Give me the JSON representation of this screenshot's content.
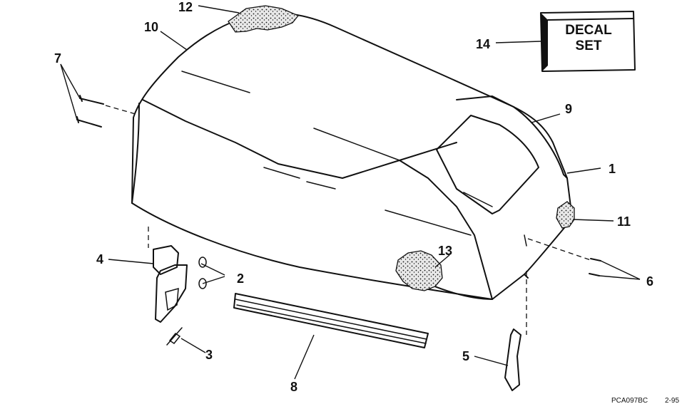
{
  "decal": {
    "line1": "DECAL",
    "line2": "SET"
  },
  "callouts": {
    "c1": "1",
    "c2": "2",
    "c3": "3",
    "c4": "4",
    "c5": "5",
    "c6": "6",
    "c7": "7",
    "c8": "8",
    "c9": "9",
    "c10": "10",
    "c11": "11",
    "c12": "12",
    "c13": "13",
    "c14": "14"
  },
  "footer": {
    "code": "PCA097BC",
    "rev": "2-95"
  }
}
